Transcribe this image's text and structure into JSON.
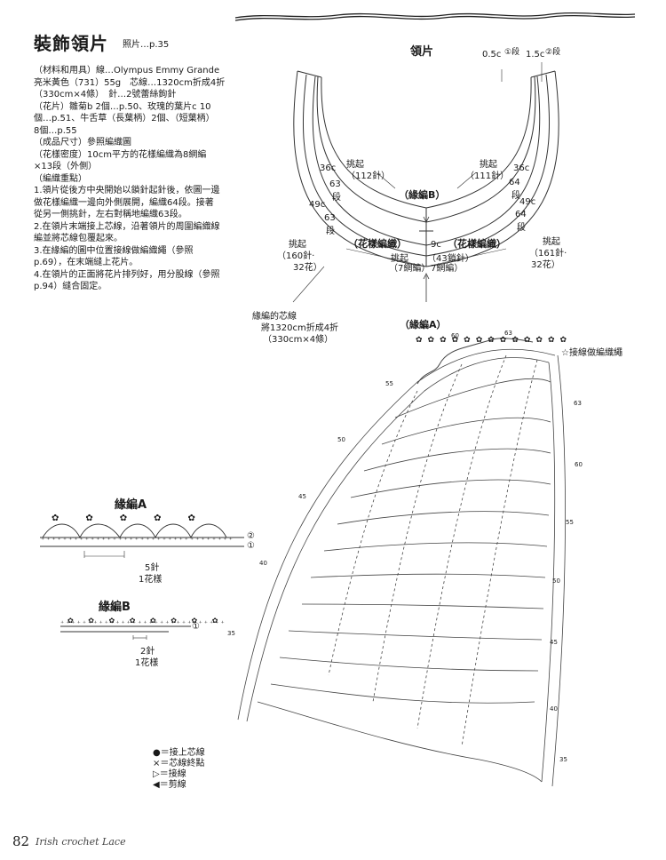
{
  "title": "裝飾領片",
  "photo_ref": "照片…p.35",
  "instructions": [
    "（材料和用具）線…Olympus Emmy Grande",
    "亮米黃色（731）55g　芯線…1320cm折成4折",
    "（330cm×4條）　針…2號蕾絲鉤針",
    "（花片）雛菊b 2個…p.50、玫瑰的葉片c 10",
    "個…p.51、牛舌草（長葉柄）2個、（短葉柄）",
    "8個…p.55",
    "（成品尺寸）參照編織圖",
    "（花樣密度）10cm平方的花樣編織為8網編",
    "×13段（外側）",
    "（編織重點）",
    "1.領片從後方中央開始以鎖針起針後，依圖一邊",
    "做花樣編織一邊向外側展開，編織64段。接著",
    "從另一側挑針，左右對稱地編織63段。",
    "2.在領片末端接上芯線，沿著領片的周圍編織線",
    "編並將芯線包覆起來。",
    "3.在緣編的圖中位置接線做編織繩（參照",
    "p.69），在末端縫上花片。",
    "4.在領片的正面將花片排列好，用分股線（參照",
    "p.94）縫合固定。"
  ],
  "collar": {
    "heading": "領片",
    "edge_b": "（緣編B）",
    "edge_a": "（緣編A）",
    "pattern_left": "（花樣編織）",
    "pattern_right": "（花樣編織）",
    "top_left": "0.5c",
    "top_left_rows": "①段",
    "top_right": "1.5c",
    "top_right_rows": "②段",
    "pickup_inner_left_1": "挑起",
    "pickup_inner_left_2": "（112針）",
    "pickup_inner_right_1": "挑起",
    "pickup_inner_right_2": "（111針）",
    "l_36c": "36c",
    "l_63_1": "63",
    "l_63_2": "段",
    "l_49c": "49c",
    "l_63b_1": "63",
    "l_63b_2": "段",
    "r_36c": "36c",
    "r_64_1": "64",
    "r_64_2": "段",
    "r_49c": "49c",
    "r_64b_1": "64",
    "r_64b_2": "段",
    "center_9c": "9c",
    "center_43": "（43鎖針）",
    "center_7_left": "（7網編）",
    "center_pickup_1": "挑起",
    "center_pickup_2": "7網編）",
    "pickup_outer_left_1": "挑起",
    "pickup_outer_left_2": "（160針·",
    "pickup_outer_left_3": "32花）",
    "pickup_outer_right_1": "挑起",
    "pickup_outer_right_2": "（161針·",
    "pickup_outer_right_3": "32花）",
    "core_1": "緣編的芯線",
    "core_2": "將1320cm折成4折",
    "core_3": "（330cm×4條）"
  },
  "chart": {
    "cord_note": "☆接線做編織繩",
    "row_numbers": [
      "60",
      "63",
      "55",
      "50",
      "45",
      "40",
      "35",
      "63",
      "60",
      "55",
      "50",
      "45",
      "40",
      "35"
    ]
  },
  "edging_a": {
    "title": "緣編A",
    "row2": "②",
    "row1": "①",
    "repeat_1": "5針",
    "repeat_2": "1花樣"
  },
  "edging_b": {
    "title": "緣編B",
    "row1": "①",
    "repeat_1": "2針",
    "repeat_2": "1花樣"
  },
  "legend": [
    "●＝接上芯線",
    "×＝芯線終點",
    "▷＝接線",
    "◀＝剪線"
  ],
  "footer": {
    "page": "82",
    "book": "Irish crochet Lace"
  },
  "colors": {
    "ink": "#1a1a1a",
    "line": "#333333"
  }
}
